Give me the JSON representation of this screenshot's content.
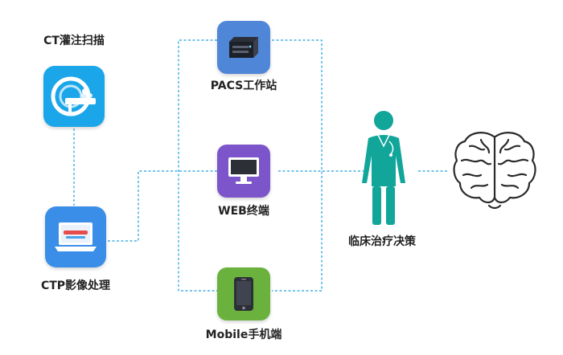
{
  "nodes": {
    "ct": {
      "label": "CT灌注扫描",
      "icon": "ct-scanner-icon",
      "color": "#1aa6e8"
    },
    "ctp": {
      "label": "CTP影像处理",
      "icon": "laptop-icon",
      "color": "#3a8ee8"
    },
    "pacs": {
      "label": "PACS工作站",
      "icon": "server-icon",
      "color": "#4f86d8"
    },
    "web": {
      "label": "WEB终端",
      "icon": "monitor-icon",
      "color": "#7b55c9"
    },
    "mobile": {
      "label": "Mobile手机端",
      "icon": "smartphone-icon",
      "color": "#6ab23d"
    },
    "decision": {
      "label": "临床治疗决策",
      "icon": "doctor-icon",
      "color": "#12a59a"
    },
    "brain": {
      "icon": "brain-icon"
    }
  },
  "colors": {
    "connector": "#1ea0e0"
  }
}
